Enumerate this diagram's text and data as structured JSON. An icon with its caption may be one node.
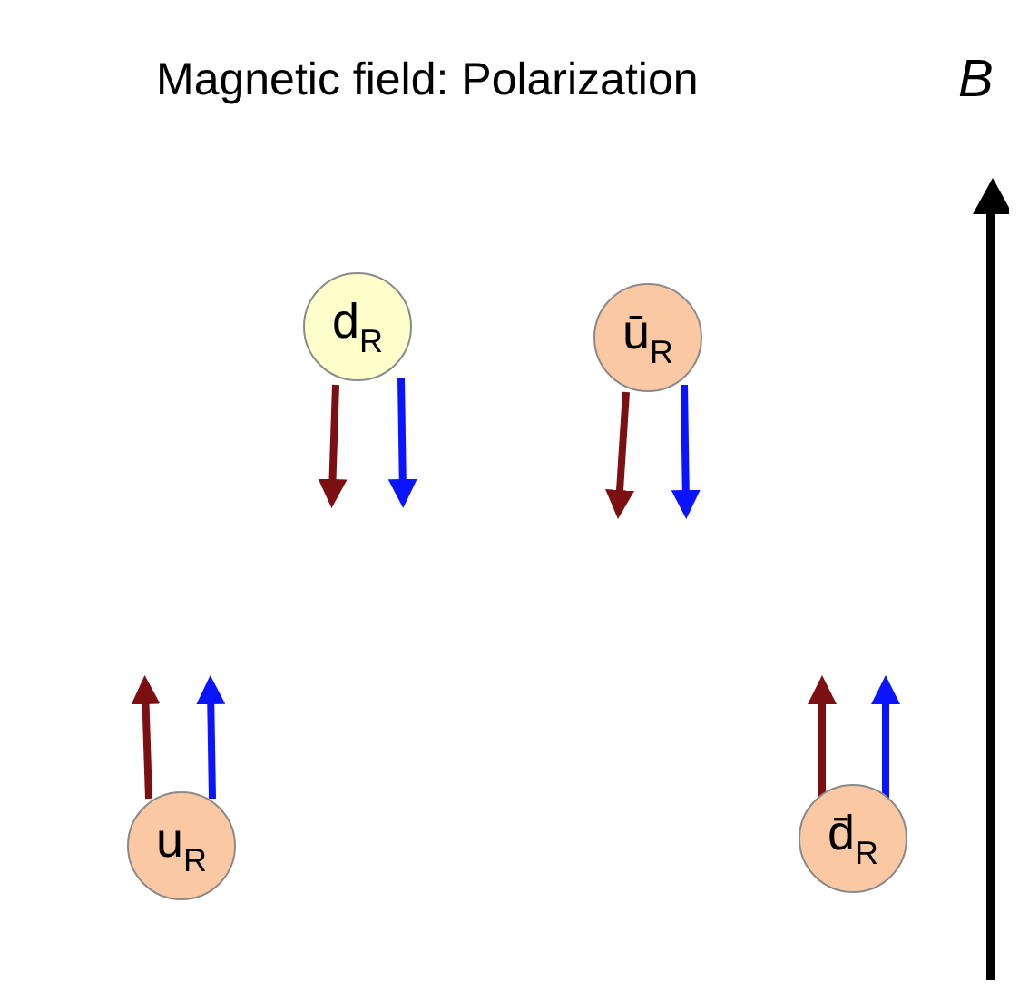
{
  "diagram": {
    "title": "Magnetic field: Polarization",
    "nodes": [
      {
        "text": [
          "d$_{R}$"
        ]
      },
      {
        "text": [
          "ū$_{R}$"
        ]
      },
      {
        "text": [
          "u$_{R}$"
        ]
      },
      {
        "text": [
          "d̄$_{R}$"
        ]
      }
    ],
    "labels": [
      "B"
    ]
  }
}
